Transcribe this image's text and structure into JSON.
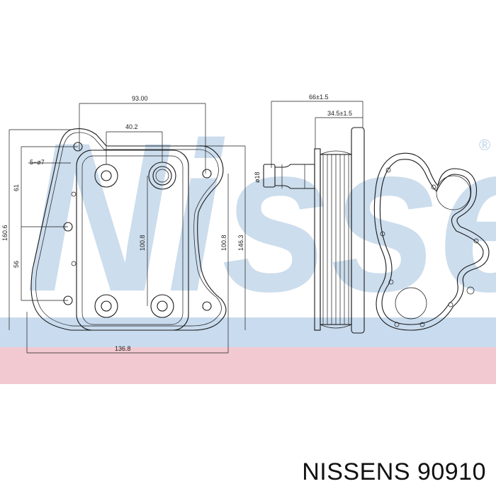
{
  "watermark": {
    "text": "Nissens",
    "registered_mark": "®",
    "color": "#8fb3d6"
  },
  "bands": {
    "top_color": "#c9dbee",
    "bottom_color": "#f2c9d0"
  },
  "dimensions": {
    "top_width": "93.00",
    "port_spacing": "40.2",
    "side_overall": "66±1.5",
    "side_partial": "34.5±1.5",
    "hole_label": "5−ø7",
    "dim_61": "61",
    "height_overall": "160.6",
    "dim_56": "56",
    "port_vertical": "100.8",
    "right_vertical": "100.8",
    "height_total": "146.3",
    "bottom_width": "136.8",
    "pipe_diameter": "ø18"
  },
  "caption": "NISSENS 90910"
}
